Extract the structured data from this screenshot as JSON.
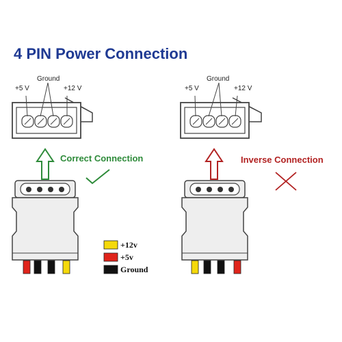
{
  "title": "4 PIN Power Connection",
  "colors": {
    "title": "#1f3a93",
    "correct": "#2e8b3a",
    "inverse": "#b22222",
    "yellow": "#f5d90a",
    "red": "#e0241b",
    "black": "#111111",
    "connector_fill": "#eeeeee",
    "outline": "#444444"
  },
  "left": {
    "label_5v": "+5 V",
    "label_ground": "Ground",
    "label_12v": "+12 V",
    "status": "Correct Connection",
    "status_icon": "check-icon",
    "arrow_icon": "arrow-up-icon"
  },
  "right": {
    "label_5v": "+5 V",
    "label_ground": "Ground",
    "label_12v": "+12 V",
    "status": "Inverse Connection",
    "status_icon": "cross-icon",
    "arrow_icon": "arrow-up-icon"
  },
  "legend": {
    "items": [
      {
        "label": "+12v",
        "color": "#f5d90a"
      },
      {
        "label": "+5v",
        "color": "#e0241b"
      },
      {
        "label": "Ground",
        "color": "#111111"
      }
    ]
  }
}
